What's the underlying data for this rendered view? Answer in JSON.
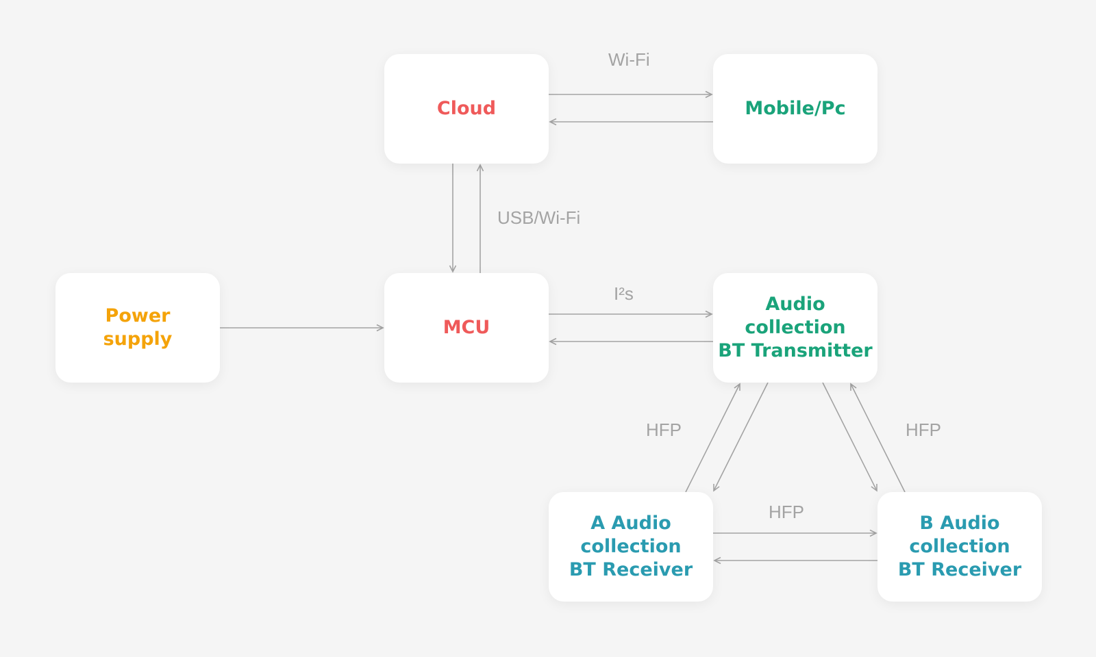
{
  "colors": {
    "background": "#f5f5f5",
    "node_fill": "#ffffff",
    "connector": "#a3a3a3",
    "cloud_mcu": "#ef5a5a",
    "mobile_transmitter": "#1aa37a",
    "power": "#f4a30a",
    "receivers": "#2a9bb0"
  },
  "nodes": {
    "cloud": {
      "label": "Cloud"
    },
    "mobile": {
      "label": "Mobile/Pc"
    },
    "power": {
      "label": "Power\nsupply"
    },
    "mcu": {
      "label": "MCU"
    },
    "transmitter": {
      "label": "Audio collection\nBT Transmitter"
    },
    "receiver_a": {
      "label": "A Audio\ncollection\nBT Receiver"
    },
    "receiver_b": {
      "label": "B Audio\ncollection\nBT Receiver"
    }
  },
  "edge_labels": {
    "cloud_mobile": "Wi-Fi",
    "cloud_mcu": "USB/Wi-Fi",
    "mcu_transmitter": "I²s",
    "transmitter_receiver_a": "HFP",
    "transmitter_receiver_b": "HFP",
    "receiver_a_receiver_b": "HFP"
  }
}
